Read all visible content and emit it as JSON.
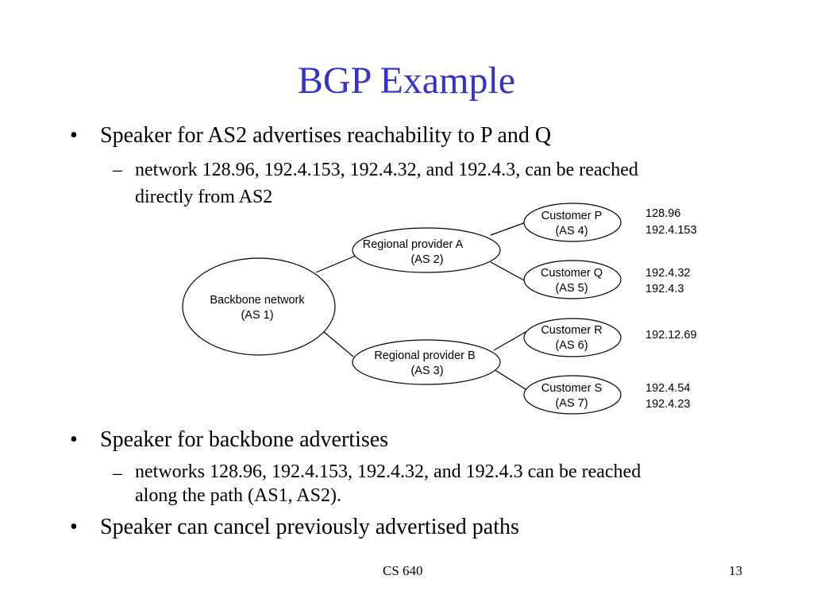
{
  "slide": {
    "title": "BGP Example",
    "bullet1": "Speaker for AS2 advertises reachability to P and Q",
    "sub1_line1": "network 128.96, 192.4.153, 192.4.32, and 192.4.3, can be reached",
    "sub1_line2": "directly from AS2",
    "bullet2": "Speaker for backbone advertises",
    "sub2_line1": "networks 128.96, 192.4.153, 192.4.32, and 192.4.3 can be reached",
    "sub2_line2": "along the path (AS1, AS2).",
    "bullet3": "Speaker can cancel previously advertised paths",
    "bullet_symbol": "•",
    "dash_symbol": "–"
  },
  "diagram": {
    "backbone": {
      "line1": "Backbone network",
      "line2": "(AS 1)"
    },
    "regional_a": {
      "line1": "Regional provider A",
      "line2": "(AS 2)"
    },
    "regional_b": {
      "line1": "Regional provider B",
      "line2": "(AS 3)"
    },
    "customer_p": {
      "line1": "Customer P",
      "line2": "(AS 4)",
      "net1": "128.96",
      "net2": "192.4.153"
    },
    "customer_q": {
      "line1": "Customer Q",
      "line2": "(AS 5)",
      "net1": "192.4.32",
      "net2": "192.4.3"
    },
    "customer_r": {
      "line1": "Customer R",
      "line2": "(AS 6)",
      "net1": "192.12.69"
    },
    "customer_s": {
      "line1": "Customer S",
      "line2": "(AS 7)",
      "net1": "192.4.54",
      "net2": "192.4.23"
    }
  },
  "footer": {
    "course": "CS 640",
    "page": "13"
  },
  "colors": {
    "title": "#3333cc",
    "text": "#000000",
    "background": "#ffffff"
  }
}
